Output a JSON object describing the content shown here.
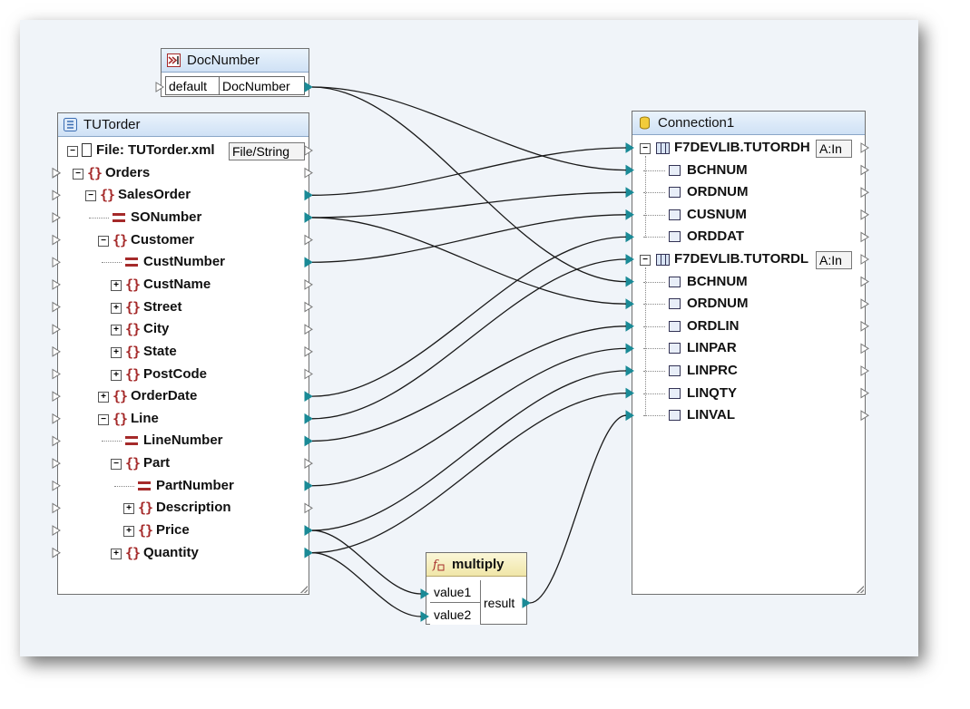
{
  "docnumber": {
    "title": "DocNumber",
    "param_label": "default",
    "value_label": "DocNumber"
  },
  "source": {
    "title": "TUTorder",
    "file_label": "File: TUTorder.xml",
    "file_button": "File/String",
    "items": [
      "Orders",
      "SalesOrder",
      "SONumber",
      "Customer",
      "CustNumber",
      "CustName",
      "Street",
      "City",
      "State",
      "PostCode",
      "OrderDate",
      "Line",
      "LineNumber",
      "Part",
      "PartNumber",
      "Description",
      "Price",
      "Quantity"
    ]
  },
  "target": {
    "title": "Connection1",
    "table1": "F7DEVLIB.TUTORDH",
    "table1_mode": "A:In",
    "table1_cols": [
      "BCHNUM",
      "ORDNUM",
      "CUSNUM",
      "ORDDAT"
    ],
    "table2": "F7DEVLIB.TUTORDL",
    "table2_mode": "A:In",
    "table2_cols": [
      "BCHNUM",
      "ORDNUM",
      "ORDLIN",
      "LINPAR",
      "LINPRC",
      "LINQTY",
      "LINVAL"
    ]
  },
  "multiply": {
    "title": "multiply",
    "in1": "value1",
    "in2": "value2",
    "out": "result"
  },
  "colors": {
    "wire": "#1a1a1a",
    "connector": "#1a8a96",
    "element_icon": "#a52a2a"
  }
}
